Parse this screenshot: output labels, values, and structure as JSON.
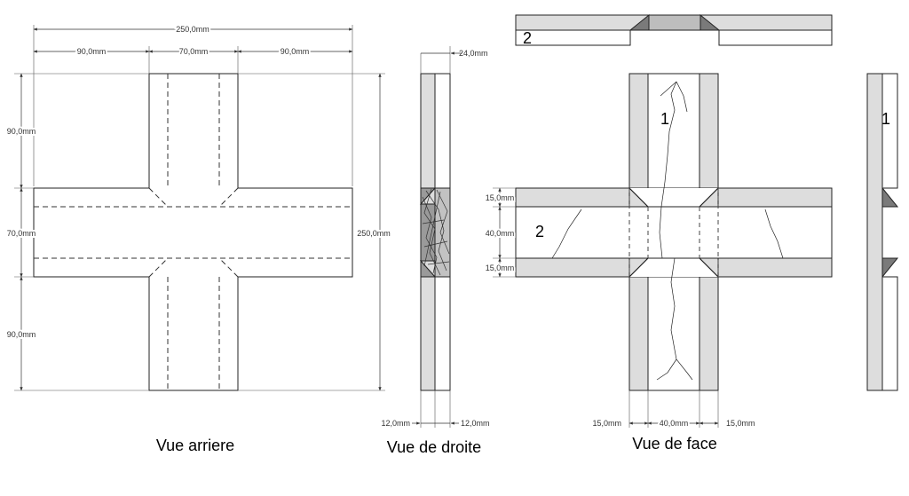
{
  "views": {
    "rear": {
      "caption": "Vue arriere"
    },
    "right": {
      "caption": "Vue de droite"
    },
    "front": {
      "caption": "Vue de face"
    }
  },
  "dimensions": {
    "rear_total_width": "250,0mm",
    "rear_left_arm": "90,0mm",
    "rear_center": "70,0mm",
    "rear_right_arm": "90,0mm",
    "rear_top_height": "90,0mm",
    "rear_middle_height": "70,0mm",
    "rear_bottom_height": "90,0mm",
    "rear_total_height": "250,0mm",
    "side_total_thickness": "24,0mm",
    "side_left_thickness": "12,0mm",
    "side_right_thickness": "12,0mm",
    "front_upper_band": "15,0mm",
    "front_middle_band": "40,0mm",
    "front_lower_band": "15,0mm",
    "front_left_band": "15,0mm",
    "front_center_band": "40,0mm",
    "front_right_band": "15,0mm"
  },
  "part_labels": {
    "top_view": "2",
    "front_vertical": "1",
    "front_horizontal": "2",
    "far_right": "1"
  },
  "colors": {
    "line": "#222222",
    "fill_gray": "#dddddd",
    "dark_gray": "#7a7a7a",
    "bevel": "#bdbdbd"
  }
}
